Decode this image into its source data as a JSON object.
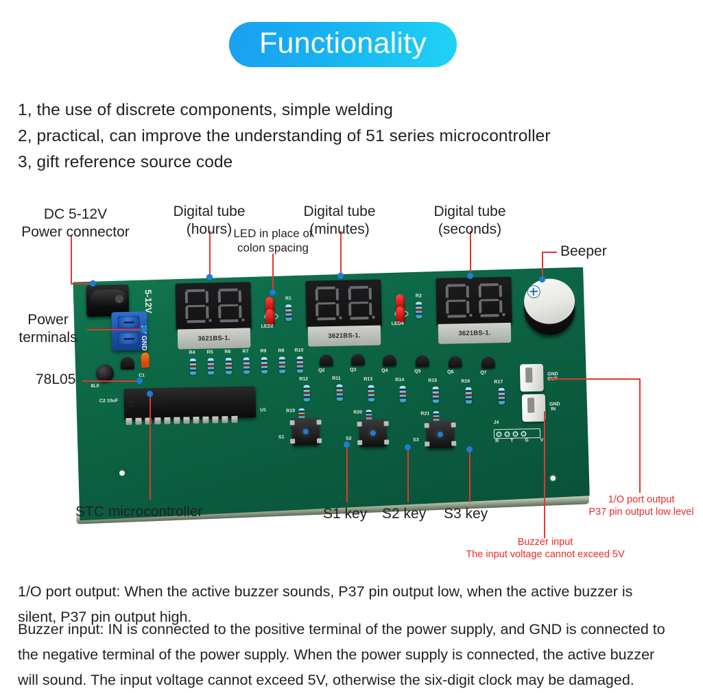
{
  "header": {
    "title": "Functionality",
    "gradient_from": "#1a9ff0",
    "gradient_to": "#20d3f4"
  },
  "features": [
    "1, the use of discrete components, simple welding",
    "2, practical, can improve the understanding of 51 series microcontroller",
    "3, gift reference source code"
  ],
  "annotations": {
    "dc_power": "DC 5-12V\nPower connector",
    "power_terminals": "Power\nterminals",
    "regulator": "78L05",
    "tube_hours": "Digital tube\n(hours)",
    "tube_minutes": "Digital tube\n(minutes)",
    "tube_seconds": "Digital tube\n(seconds)",
    "led_colon": "LED in place of\ncolon spacing",
    "beeper": "Beeper",
    "mcu": "STC microcontroller",
    "s1": "S1 key",
    "s2": "S2 key",
    "s3": "S3 key",
    "io_port": "1/O port output\nP37 pin output low level",
    "buzzer_input": "Buzzer input\nThe input voltage cannot exceed 5V"
  },
  "board": {
    "display_part": "3621BS-1.",
    "silkscreen": {
      "v_range": "5-12V",
      "power_pins": "2V  GND V",
      "c1": "C1",
      "c2": "C2 10uF",
      "reg": "8L0",
      "u1": "U1",
      "j4": "J4",
      "j4_pins": [
        "R",
        "T",
        "G",
        "V"
      ],
      "term_out": [
        "GND",
        "OUT"
      ],
      "term_in": [
        "GND",
        "IN"
      ],
      "led2": "LED2",
      "led4": "LED4",
      "r1": "R1",
      "r2": "R2",
      "resistor_row_top": [
        "R4",
        "R5",
        "R6",
        "R7",
        "R9",
        "R8",
        "R10"
      ],
      "resistor_row_mid": [
        "R12",
        "R11",
        "R13",
        "R14",
        "R15",
        "R16",
        "R17"
      ],
      "switch_resistors": [
        "R19",
        "R20",
        "R21"
      ],
      "switches": [
        "S1",
        "S2",
        "S3"
      ],
      "transistors": [
        "Q2",
        "Q3",
        "Q4",
        "Q5",
        "Q6",
        "Q7"
      ]
    },
    "colors": {
      "pcb_green": "#0b5f41",
      "leader_red": "#e8352e",
      "endpoint_blue": "#1d7fd0"
    }
  },
  "notes": {
    "io_line1": "1/O port output: When the active buzzer sounds, P37 pin output low, when the active buzzer is",
    "io_line2": "silent, P37 pin output high.",
    "buzzer_line1": "Buzzer input: IN is connected to the positive terminal of the power supply, and GND is connected to",
    "buzzer_line2": "the negative terminal of the power supply. When the power supply is connected, the active buzzer",
    "buzzer_line3": "will sound. The input voltage cannot exceed 5V, otherwise the six-digit clock may be damaged."
  }
}
